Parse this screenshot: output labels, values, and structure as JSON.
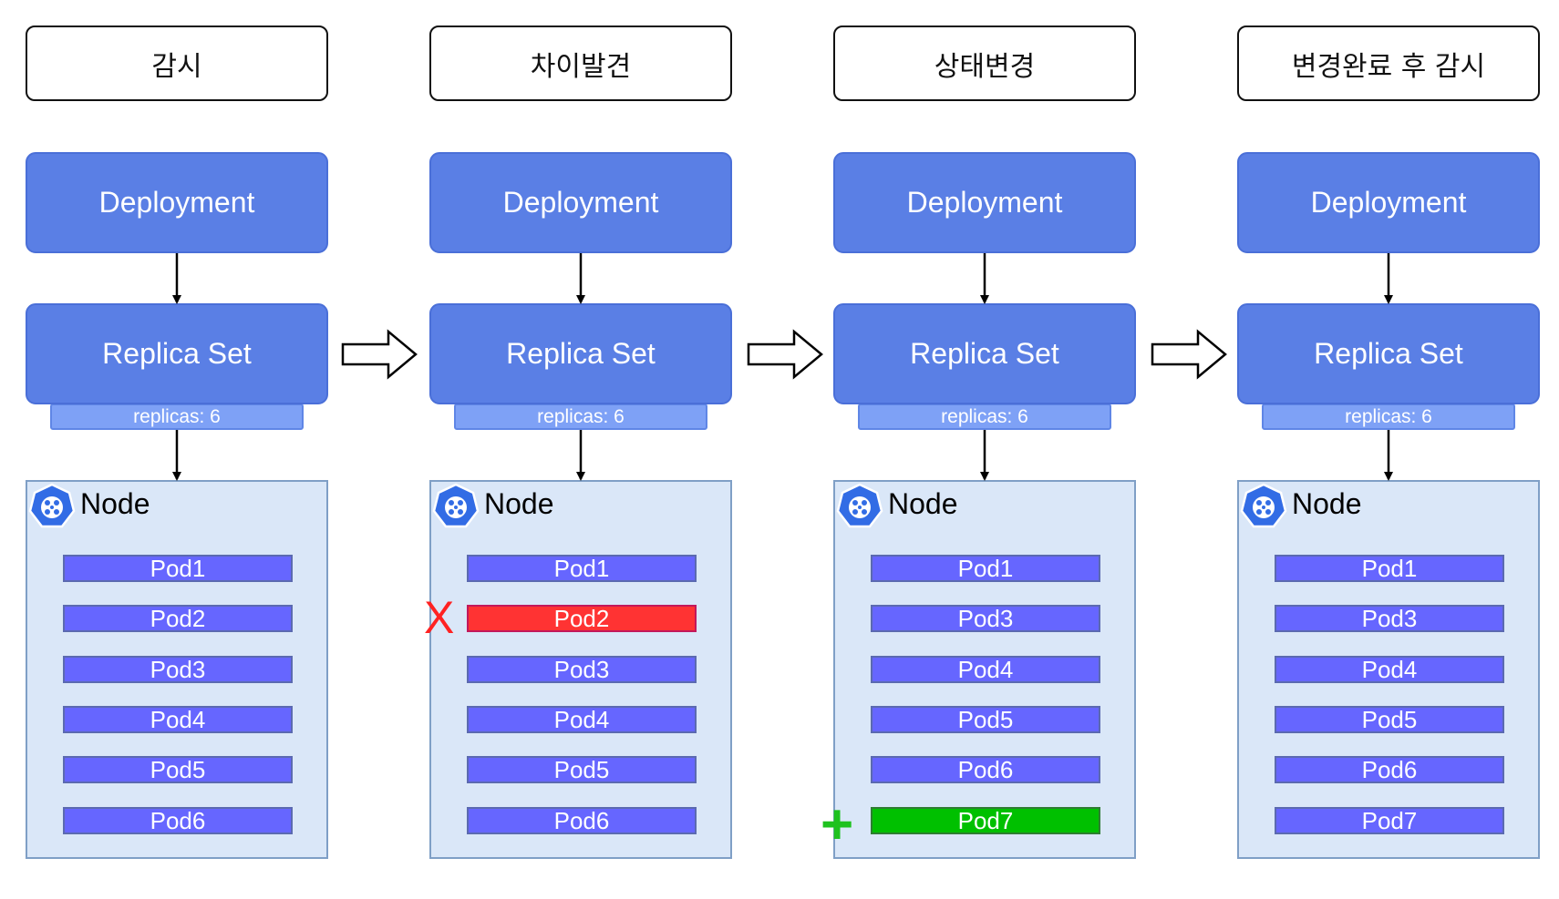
{
  "colors": {
    "deployment": "#5a7fe5",
    "replicas_tab": "#7ea1f6",
    "node_bg": "#dae7f8",
    "pod_default": "#6666ff",
    "pod_removed": "#ff3333",
    "pod_added": "#00c000",
    "remove_mark": "#ff2222",
    "add_mark": "#1fc21f"
  },
  "columns": [
    {
      "phase": "감시",
      "deployment": "Deployment",
      "replicaset": "Replica Set",
      "replicas": "replicas: 6",
      "node": "Node",
      "pods": [
        {
          "label": "Pod1",
          "state": "normal"
        },
        {
          "label": "Pod2",
          "state": "normal"
        },
        {
          "label": "Pod3",
          "state": "normal"
        },
        {
          "label": "Pod4",
          "state": "normal"
        },
        {
          "label": "Pod5",
          "state": "normal"
        },
        {
          "label": "Pod6",
          "state": "normal"
        }
      ]
    },
    {
      "phase": "차이발견",
      "deployment": "Deployment",
      "replicaset": "Replica Set",
      "replicas": "replicas: 6",
      "node": "Node",
      "pods": [
        {
          "label": "Pod1",
          "state": "normal"
        },
        {
          "label": "Pod2",
          "state": "removed",
          "marker": "X"
        },
        {
          "label": "Pod3",
          "state": "normal"
        },
        {
          "label": "Pod4",
          "state": "normal"
        },
        {
          "label": "Pod5",
          "state": "normal"
        },
        {
          "label": "Pod6",
          "state": "normal"
        }
      ]
    },
    {
      "phase": "상태변경",
      "deployment": "Deployment",
      "replicaset": "Replica Set",
      "replicas": "replicas: 6",
      "node": "Node",
      "pods": [
        {
          "label": "Pod1",
          "state": "normal"
        },
        {
          "label": "Pod3",
          "state": "normal"
        },
        {
          "label": "Pod4",
          "state": "normal"
        },
        {
          "label": "Pod5",
          "state": "normal"
        },
        {
          "label": "Pod6",
          "state": "normal"
        },
        {
          "label": "Pod7",
          "state": "added",
          "marker": "+"
        }
      ]
    },
    {
      "phase": "변경완료 후 감시",
      "deployment": "Deployment",
      "replicaset": "Replica Set",
      "replicas": "replicas: 6",
      "node": "Node",
      "pods": [
        {
          "label": "Pod1",
          "state": "normal"
        },
        {
          "label": "Pod3",
          "state": "normal"
        },
        {
          "label": "Pod4",
          "state": "normal"
        },
        {
          "label": "Pod5",
          "state": "normal"
        },
        {
          "label": "Pod6",
          "state": "normal"
        },
        {
          "label": "Pod7",
          "state": "normal"
        }
      ]
    }
  ]
}
